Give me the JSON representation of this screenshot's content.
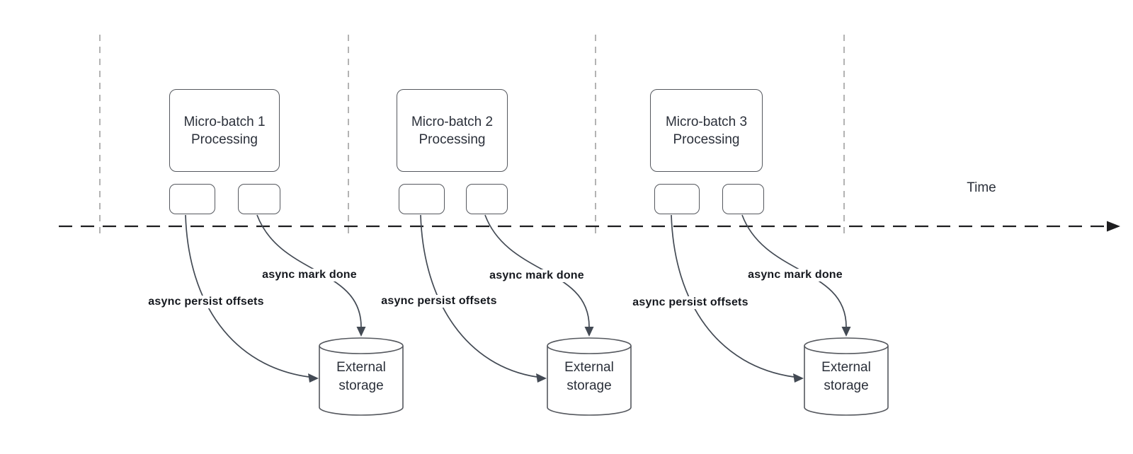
{
  "colors": {
    "shape_stroke": "#55585e",
    "curve": "#434a54",
    "guide_line": "#ababab",
    "timeline": "#1d1d1f",
    "box_text": "#2b303a",
    "label_text": "#15181e"
  },
  "timeline": {
    "label": "Time"
  },
  "batches": [
    {
      "title_line1": "Micro-batch 1",
      "title_line2": "Processing",
      "persist_label": "async persist offsets",
      "done_label": "async mark done",
      "storage_line1": "External",
      "storage_line2": "storage"
    },
    {
      "title_line1": "Micro-batch 2",
      "title_line2": "Processing",
      "persist_label": "async persist offsets",
      "done_label": "async mark done",
      "storage_line1": "External",
      "storage_line2": "storage"
    },
    {
      "title_line1": "Micro-batch 3",
      "title_line2": "Processing",
      "persist_label": "async persist offsets",
      "done_label": "async mark done",
      "storage_line1": "External",
      "storage_line2": "storage"
    }
  ]
}
